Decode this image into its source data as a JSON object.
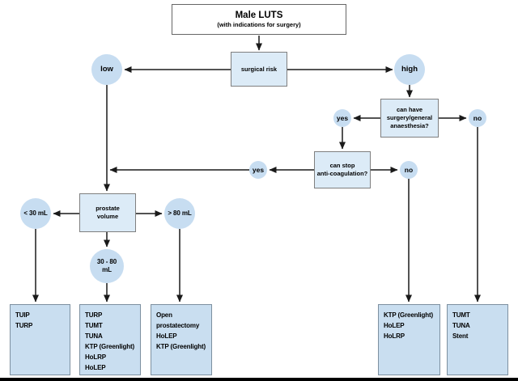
{
  "colors": {
    "circle_fill": "#c7ddf1",
    "decision_fill": "#dcebf7",
    "result_fill": "#c9def0",
    "start_fill": "#ffffff",
    "border_gray": "#7f7f7f",
    "result_border": "#7d90a0",
    "line_color": "#1a1a1a",
    "text_color": "#000000"
  },
  "flowchart": {
    "start": {
      "title": "Male LUTS",
      "subtitle": "(with indications for surgery)"
    },
    "decisions": {
      "surgical_risk": {
        "label": "surgical risk"
      },
      "can_have_surgery": {
        "lines": [
          "can have",
          "surgery/general",
          "anaesthesia?"
        ]
      },
      "can_stop_anticoagulation": {
        "lines": [
          "can stop",
          "anti-coagulation?"
        ]
      },
      "prostate_volume": {
        "lines": [
          "prostate",
          "volume"
        ]
      }
    },
    "branches": {
      "risk_low": "low",
      "risk_high": "high",
      "surgery_yes": "yes",
      "surgery_no": "no",
      "anticoag_yes": "yes",
      "anticoag_no": "no",
      "volume_under_30": "< 30 mL",
      "volume_over_80": "> 80 mL",
      "volume_mid": [
        "30 - 80",
        "mL"
      ]
    },
    "outcomes": {
      "under_30": [
        "TUIP",
        "TURP"
      ],
      "mid_volume": [
        "TURP",
        "TUMT",
        "TUNA",
        "KTP (Greenlight)",
        "HoLRP",
        "HoLEP"
      ],
      "over_80": [
        "Open",
        "prostatectomy",
        "HoLEP",
        "KTP (Greenlight)"
      ],
      "no_anticoag_stop": [
        "KTP (Greenlight)",
        "HoLEP",
        "HoLRP"
      ],
      "no_surgery": [
        "TUMT",
        "TUNA",
        "Stent"
      ]
    }
  }
}
